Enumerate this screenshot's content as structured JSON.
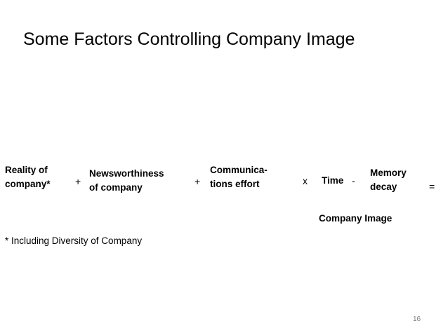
{
  "slide": {
    "title": "Some Factors Controlling Company Image",
    "formula": {
      "reality": {
        "line1": "Reality of",
        "line2": "company*"
      },
      "plus1": "+",
      "newsworthiness": {
        "line1": "Newsworthiness",
        "line2": "of company"
      },
      "plus2": "+",
      "communications": {
        "line1": "Communica-",
        "line2": "tions effort"
      },
      "times": "x",
      "time": "Time",
      "minus": "-",
      "memory": {
        "line1": "Memory",
        "line2": "decay"
      },
      "equals": "="
    },
    "result": "Company Image",
    "footnote": "* Including Diversity of Company",
    "page_number": "16"
  }
}
